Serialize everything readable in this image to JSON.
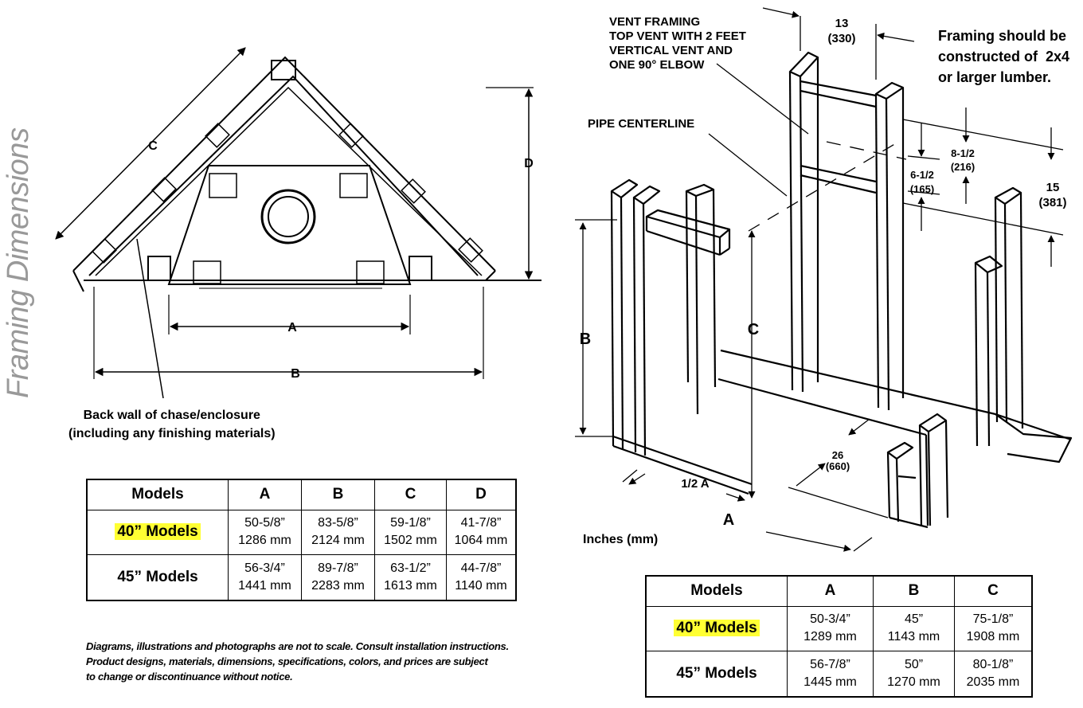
{
  "page_title": "Framing Dimensions",
  "left_diagram": {
    "labels": {
      "A": "A",
      "B": "B",
      "C": "C",
      "D": "D"
    },
    "callout": [
      "Back wall of chase/enclosure",
      "(including any finishing materials)"
    ]
  },
  "right_diagram": {
    "vent_framing": [
      "VENT FRAMING",
      "TOP VENT WITH 2 FEET",
      "VERTICAL VENT AND",
      "ONE 90° ELBOW"
    ],
    "pipe_centerline": "PIPE CENTERLINE",
    "framing_note": [
      "Framing should be",
      "constructed of  2x4",
      "or larger lumber."
    ],
    "dim_13": {
      "in": "13",
      "mm": "(330)"
    },
    "dim_8_5": {
      "in": "8-1/2",
      "mm": "(216)"
    },
    "dim_6_5": {
      "in": "6-1/2",
      "mm": "(165)"
    },
    "dim_15": {
      "in": "15",
      "mm": "(381)"
    },
    "dim_26": {
      "in": "26",
      "mm": "(660)"
    },
    "label_B": "B",
    "label_C": "C",
    "label_half_A": "1/2 A",
    "label_A": "A",
    "units": "Inches (mm)"
  },
  "table_left": {
    "headers": [
      "Models",
      "A",
      "B",
      "C",
      "D"
    ],
    "rows": [
      {
        "model": "40” Models",
        "highlight": true,
        "cells": [
          [
            "50-5/8”",
            "1286 mm"
          ],
          [
            "83-5/8”",
            "2124 mm"
          ],
          [
            "59-1/8”",
            "1502 mm"
          ],
          [
            "41-7/8”",
            "1064 mm"
          ]
        ]
      },
      {
        "model": "45” Models",
        "highlight": false,
        "cells": [
          [
            "56-3/4”",
            "1441 mm"
          ],
          [
            "89-7/8”",
            "2283 mm"
          ],
          [
            "63-1/2”",
            "1613 mm"
          ],
          [
            "44-7/8”",
            "1140 mm"
          ]
        ]
      }
    ]
  },
  "table_right": {
    "headers": [
      "Models",
      "A",
      "B",
      "C"
    ],
    "rows": [
      {
        "model": "40” Models",
        "highlight": true,
        "cells": [
          [
            "50-3/4”",
            "1289 mm"
          ],
          [
            "45”",
            "1143 mm"
          ],
          [
            "75-1/8”",
            "1908 mm"
          ]
        ]
      },
      {
        "model": "45” Models",
        "highlight": false,
        "cells": [
          [
            "56-7/8”",
            "1445 mm"
          ],
          [
            "50”",
            "1270 mm"
          ],
          [
            "80-1/8”",
            "2035 mm"
          ]
        ]
      }
    ]
  },
  "disclaimer": [
    "Diagrams, illustrations and photographs are not to scale. Consult installation instructions.",
    "Product designs, materials, dimensions, specifications, colors, and prices are subject",
    "to change or discontinuance without notice."
  ],
  "colors": {
    "highlight": "#ffff33",
    "title": "#999999"
  }
}
